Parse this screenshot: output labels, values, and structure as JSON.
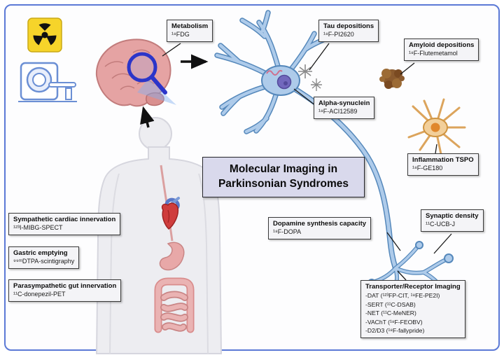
{
  "colors": {
    "frame": "#5b79d6",
    "box-bg": "#f4f4f7",
    "box-border": "#3a3a3a",
    "title-bg": "#d9d9ec",
    "neuron-fill": "#aecbea",
    "neuron-line": "#5588bb",
    "brain-fill": "#e5a3a3",
    "brain-line": "#c27c7c",
    "body-fill": "#ededf1",
    "body-line": "#d6d6de",
    "amyloid-brown": "#8a5a2e",
    "astro-fill": "#f2cf9a",
    "astro-line": "#cf9440",
    "magnifier-blue": "#2b35c9",
    "radiation-yellow": "#f6d42a"
  },
  "icons": {
    "radiation": "radiation-hazard-icon",
    "scanner": "pet-ct-scanner-icon",
    "magnifier": "magnifying-glass-icon"
  },
  "title_box": {
    "line1": "Molecular Imaging in",
    "line2": "Parkinsonian Syndromes"
  },
  "labels": {
    "metabolism": {
      "title": "Metabolism",
      "tracer": "¹⁸FDG"
    },
    "tau": {
      "title": "Tau depositions",
      "tracer": "¹⁸F-PI2620"
    },
    "amyloid": {
      "title": "Amyloid depositions",
      "tracer": "¹⁸F-Flutemetamol"
    },
    "alpha_synuclein": {
      "title": "Alpha-synuclein",
      "tracer": "¹⁸F-ACI12589"
    },
    "inflammation": {
      "title": "Inflammation TSPO",
      "tracer": "¹⁸F-GE180"
    },
    "cardiac": {
      "title": "Sympathetic cardiac innervation",
      "tracer": "¹²³I-MIBG-SPECT"
    },
    "gastric": {
      "title": "Gastric emptying",
      "tracer": "⁹⁹ᵐDTPA-scintigraphy"
    },
    "gut": {
      "title": "Parasympathetic gut innervation",
      "tracer": "¹¹C-donepezil-PET"
    },
    "dopamine": {
      "title": "Dopamine synthesis capacity",
      "tracer": "¹⁸F-DOPA"
    },
    "synaptic": {
      "title": "Synaptic density",
      "tracer": "¹¹C-UCB-J"
    },
    "transporter": {
      "title": "Transporter/Receptor Imaging",
      "items": [
        "-DAT (¹²³FP-CIT, ¹⁸FE-PE2I)",
        "-SERT (¹¹C-DSAB)",
        "-NET (¹¹C-MeNER)",
        "-VAChT (¹⁸F-FEOBV)",
        "-D2/D3 (¹⁸F-fallypride)"
      ]
    }
  }
}
